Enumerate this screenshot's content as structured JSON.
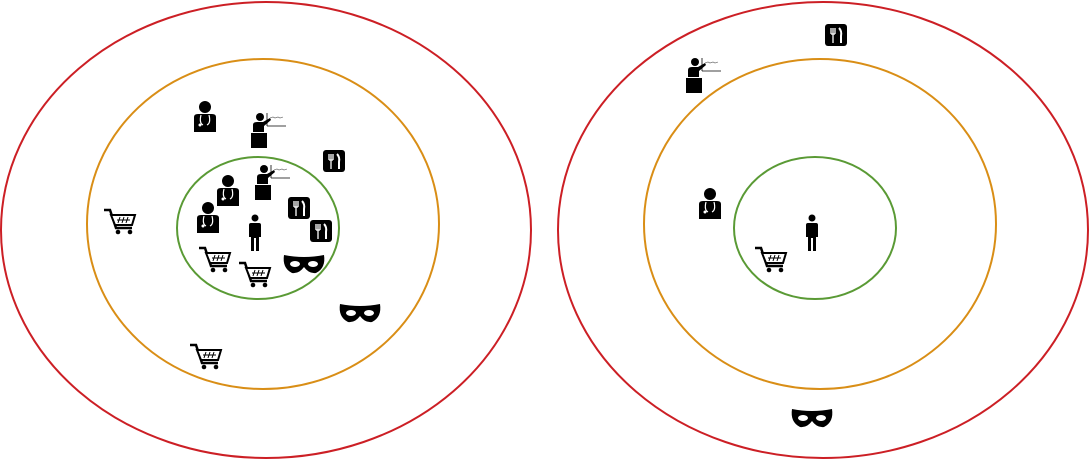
{
  "colors": {
    "outer_ring": "#cc1f25",
    "middle_ring": "#d98e16",
    "inner_ring": "#5a9a35",
    "icon": "#000000"
  },
  "diagrams": [
    {
      "rings": [
        "outer",
        "middle",
        "inner"
      ],
      "icons": [
        "doctor-icon",
        "teacher-icon",
        "restaurant-icon",
        "teacher-icon",
        "doctor-icon",
        "doctor-icon",
        "restaurant-icon",
        "person-icon",
        "restaurant-icon",
        "shopping-cart-icon",
        "shopping-cart-icon",
        "mask-icon",
        "shopping-cart-icon",
        "mask-icon",
        "shopping-cart-icon"
      ]
    },
    {
      "rings": [
        "outer",
        "middle",
        "inner"
      ],
      "icons": [
        "restaurant-icon",
        "teacher-icon",
        "doctor-icon",
        "person-icon",
        "shopping-cart-icon",
        "mask-icon"
      ]
    }
  ]
}
